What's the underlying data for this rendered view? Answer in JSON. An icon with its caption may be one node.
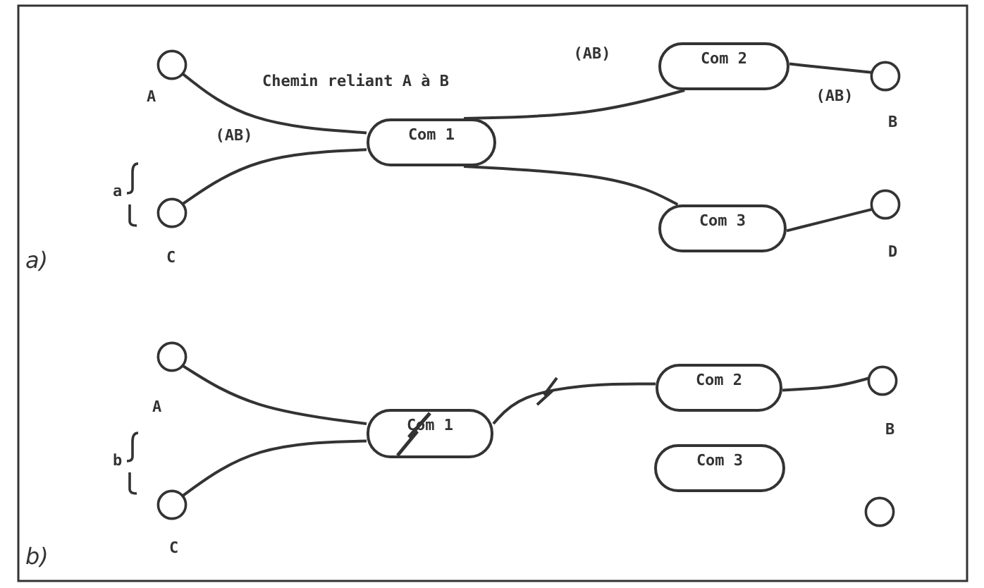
{
  "diagram": {
    "nodes": [
      {
        "text": [
          "A"
        ]
      },
      {
        "text": [
          "Com 1"
        ]
      },
      {
        "text": [
          "C"
        ]
      },
      {
        "text": [
          "Com 2"
        ]
      },
      {
        "text": [
          "B"
        ]
      },
      {
        "text": [
          "Com 3"
        ]
      },
      {
        "text": [
          "D"
        ]
      },
      {
        "text": [
          "A"
        ]
      },
      {
        "text": [
          "Com 1"
        ]
      },
      {
        "text": [
          "C"
        ]
      },
      {
        "text": [
          "Com 2"
        ]
      },
      {
        "text": [
          "B"
        ]
      },
      {
        "text": [
          "Com 3"
        ]
      },
      {
        "text": [],
        "shape": "circle"
      }
    ],
    "edges": [
      {
        "from": 0,
        "to": 1,
        "arrow": "none",
        "label": "(AB)"
      },
      {
        "from": 2,
        "to": 1,
        "arrow": "none"
      },
      {
        "from": 1,
        "to": 3,
        "arrow": "none",
        "label": "(AB)"
      },
      {
        "from": 3,
        "to": 4,
        "arrow": "none",
        "label": "(AB)"
      },
      {
        "from": 1,
        "to": 5,
        "arrow": "none"
      },
      {
        "from": 5,
        "to": 6,
        "arrow": "none"
      },
      {
        "from": 7,
        "to": 8,
        "arrow": "none"
      },
      {
        "from": 9,
        "to": 8,
        "arrow": "none"
      },
      {
        "from": 8,
        "to": 10,
        "arrow": "none"
      },
      {
        "from": 10,
        "to": 11,
        "arrow": "none"
      }
    ],
    "labels": [
      "Chemin reliant A à B",
      "a",
      "a)",
      "b",
      "b)"
    ]
  }
}
